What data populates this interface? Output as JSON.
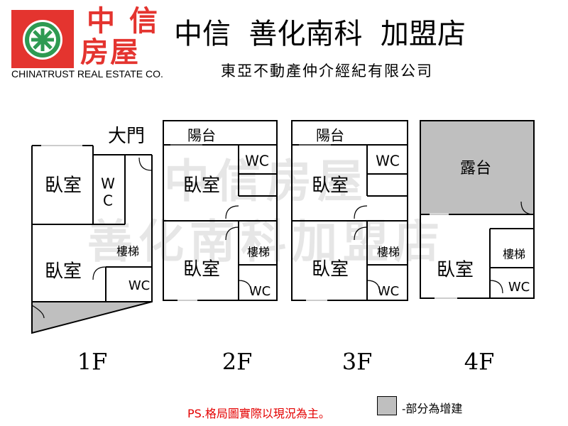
{
  "header": {
    "logo_mark": "globe-cross-logo",
    "logo_chinese": "中信房屋",
    "logo_english": "CHINATRUST REAL ESTATE CO.",
    "title": "中信  善化南科  加盟店",
    "subtitle": "東亞不動產仲介經紀有限公司"
  },
  "watermark": {
    "line1": "中信房屋",
    "line2": "善化南科加盟店"
  },
  "floors": [
    {
      "label": "1F",
      "entrance": "大門",
      "rooms": [
        {
          "label": "臥室"
        },
        {
          "label": "W\nC"
        },
        {
          "label": "樓梯"
        },
        {
          "label": "臥室"
        },
        {
          "label": "WC"
        }
      ],
      "has_addition": true
    },
    {
      "label": "2F",
      "rooms": [
        {
          "label": "陽台"
        },
        {
          "label": "WC"
        },
        {
          "label": "臥室"
        },
        {
          "label": "樓梯"
        },
        {
          "label": "臥室"
        },
        {
          "label": "WC"
        }
      ],
      "has_addition": false
    },
    {
      "label": "3F",
      "rooms": [
        {
          "label": "陽台"
        },
        {
          "label": "WC"
        },
        {
          "label": "臥室"
        },
        {
          "label": "樓梯"
        },
        {
          "label": "臥室"
        },
        {
          "label": "WC"
        }
      ],
      "has_addition": false
    },
    {
      "label": "4F",
      "rooms": [
        {
          "label": "露台"
        },
        {
          "label": "樓梯"
        },
        {
          "label": "臥室"
        },
        {
          "label": "WC"
        }
      ],
      "has_addition": true
    }
  ],
  "footer": {
    "note": "PS.格局圖實際以現況為主。",
    "legend_label": "-部分為增建"
  },
  "colors": {
    "brand_red": "#e4342f",
    "addition_gray": "#bfbfbf",
    "note_red": "#e40000",
    "watermark": "#e6e6e6"
  }
}
